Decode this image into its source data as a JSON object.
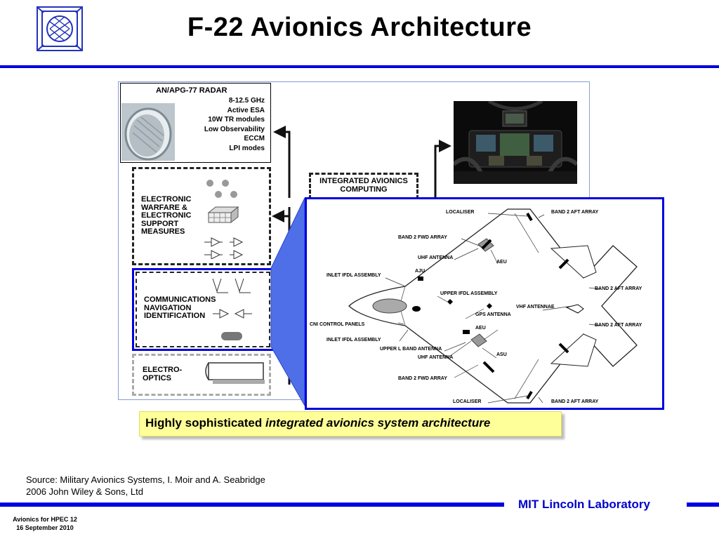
{
  "slide": {
    "title": "F-22 Avionics Architecture",
    "caption_plain": "Highly sophisticated ",
    "caption_italic": "integrated avionics system architecture",
    "source_line1": "Source: Military Avionics Systems,  I. Moir and A. Seabridge",
    "source_line2": "2006 John Wiley & Sons, Ltd",
    "footer_line1": "Avionics for HPEC  12",
    "footer_line2": "16 September 2010",
    "lab_name": "MIT Lincoln Laboratory"
  },
  "radar": {
    "title": "AN/APG-77 RADAR",
    "specs": [
      "8-12.5 GHz",
      "Active ESA",
      "10W TR modules",
      "Low Observability",
      "ECCM",
      "LPI modes"
    ]
  },
  "boxes": {
    "ew": [
      "ELECTRONIC",
      "WARFARE &",
      "ELECTRONIC",
      "SUPPORT",
      "MEASURES"
    ],
    "cni": [
      "COMMUNICATIONS",
      "NAVIGATION",
      "IDENTIFICATION"
    ],
    "eo": [
      "ELECTRO-",
      "OPTICS"
    ],
    "iac": [
      "INTEGRATED AVIONICS",
      "COMPUTING"
    ]
  },
  "aircraft_labels": {
    "localiser_top": "LOCALISER",
    "band2_aft_top": "BAND 2 AFT ARRAY",
    "band2_fwd_top": "BAND 2 FWD ARRAY",
    "uhf_top": "UHF ANTENNA",
    "aeu_top": "AEU",
    "aju": "AJU",
    "inlet_top": "INLET IFDL ASSEMBLY",
    "upper_ifdl": "UPPER IFDL ASSEMBLY",
    "band2_aft_right1": "BAND 2 AFT ARRAY",
    "vhf": "VHF ANTENNAE",
    "gps": "GPS ANTENNA",
    "cni_panels": "CNI CONTROL PANELS",
    "band2_aft_right2": "BAND 2 AFT ARRAY",
    "aeu_bottom": "AEU",
    "inlet_bottom": "INLET IFDL ASSEMBLY",
    "upper_l_band": "UPPER L BAND ANTENNA",
    "asu": "ASU",
    "uhf_bottom": "UHF ANTENNA",
    "band2_fwd_bottom": "BAND 2 FWD ARRAY",
    "localiser_bottom": "LOCALISER",
    "band2_aft_bottom": "BAND 2 AFT ARRAY"
  },
  "colors": {
    "brand_blue": "#0000e0",
    "caption_bg": "#ffff99",
    "callout_blue": "#4f6fe8"
  }
}
